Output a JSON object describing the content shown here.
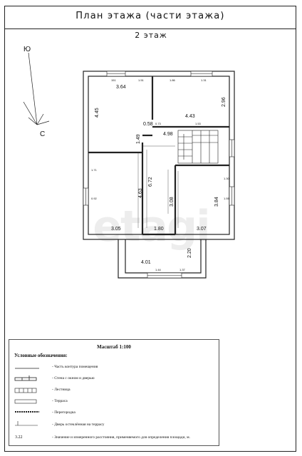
{
  "title": "План этажа (части этажа)",
  "floor_label": "2 этаж",
  "compass": {
    "north": "Ю",
    "south": "С"
  },
  "rooms": {
    "r1_width": "3.64",
    "r1_height": "4.45",
    "r2_height": "2.96",
    "r2_width": "4.43",
    "stair_top": "4.98",
    "stair_small": "0.58",
    "hall_a": "1.49",
    "hall_width": "6.72",
    "hall_bottom": "1.80",
    "left_height": "4.63",
    "left_width": "3.05",
    "right_mid": "3.08",
    "right_height": "3.84",
    "right_width": "3.07",
    "terrace_height": "2.20",
    "terrace_width": "4.01",
    "tiny_labels": [
      "151",
      "1.51",
      "1.86",
      "1.31",
      "0.73",
      "1.53",
      "1.71",
      "0.92",
      "1.30",
      "1.55",
      "1.44",
      "1.37"
    ]
  },
  "legend": {
    "title": "Масштаб 1:100",
    "head": "Условные обозначения:",
    "items": [
      "- Часть контура помещения",
      "- Стена с окном и дверью",
      "- Лестница",
      "- Терраса",
      "- Перегородка",
      "- Дверь остеклённая на террасу",
      "- Значение и измеренного расстояния, применяемого для определения площади, м."
    ],
    "sample_value": "3.22"
  },
  "watermark": "etagi"
}
